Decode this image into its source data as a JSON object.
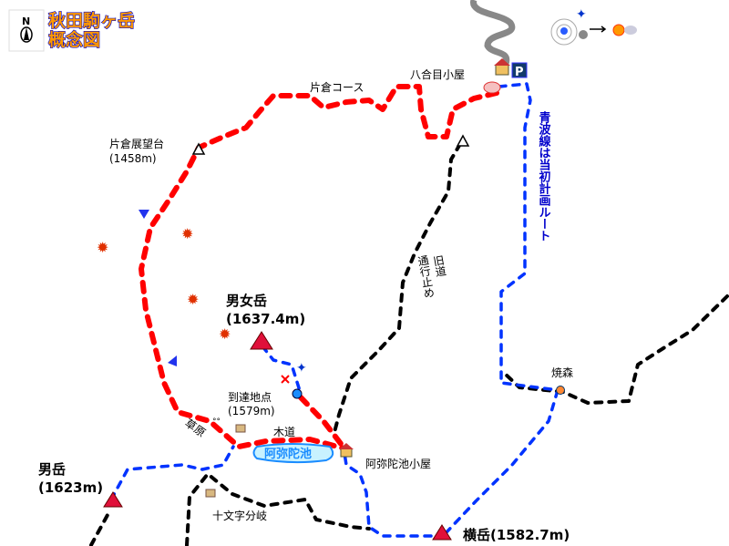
{
  "title": {
    "line1": "秋田駒ヶ岳",
    "line2": "概念図"
  },
  "compass": {
    "label": "N"
  },
  "labels": {
    "hachigome_hut": "八合目小屋",
    "katakura_course": "片倉コース",
    "katakura_tenbodai": "片倉展望台",
    "katakura_tenbodai_alt": "(1458m)",
    "aonami_line": "青波線は当初計画ルート",
    "old_road": [
      "旧道",
      "通行止め"
    ],
    "onnadake": "男女岳",
    "onnadake_alt": "(1637.4m)",
    "reached_point": "到達地点",
    "reached_point_alt": "(1579m)",
    "kusahara": "草原",
    "boardwalk": "木道",
    "amidaike": "阿弥陀池",
    "amidaike_hut": "阿弥陀池小屋",
    "yakemori": "焼森",
    "odake": "男岳",
    "odake_alt": "(1623m)",
    "jumonji": "十文字分岐",
    "yokodake": "横岳(1582.7m)",
    "parking": "P"
  },
  "colors": {
    "route_taken": "#ff0000",
    "planned_route": "#0033ff",
    "other_trail": "#000000",
    "peak": "#e0103a"
  }
}
